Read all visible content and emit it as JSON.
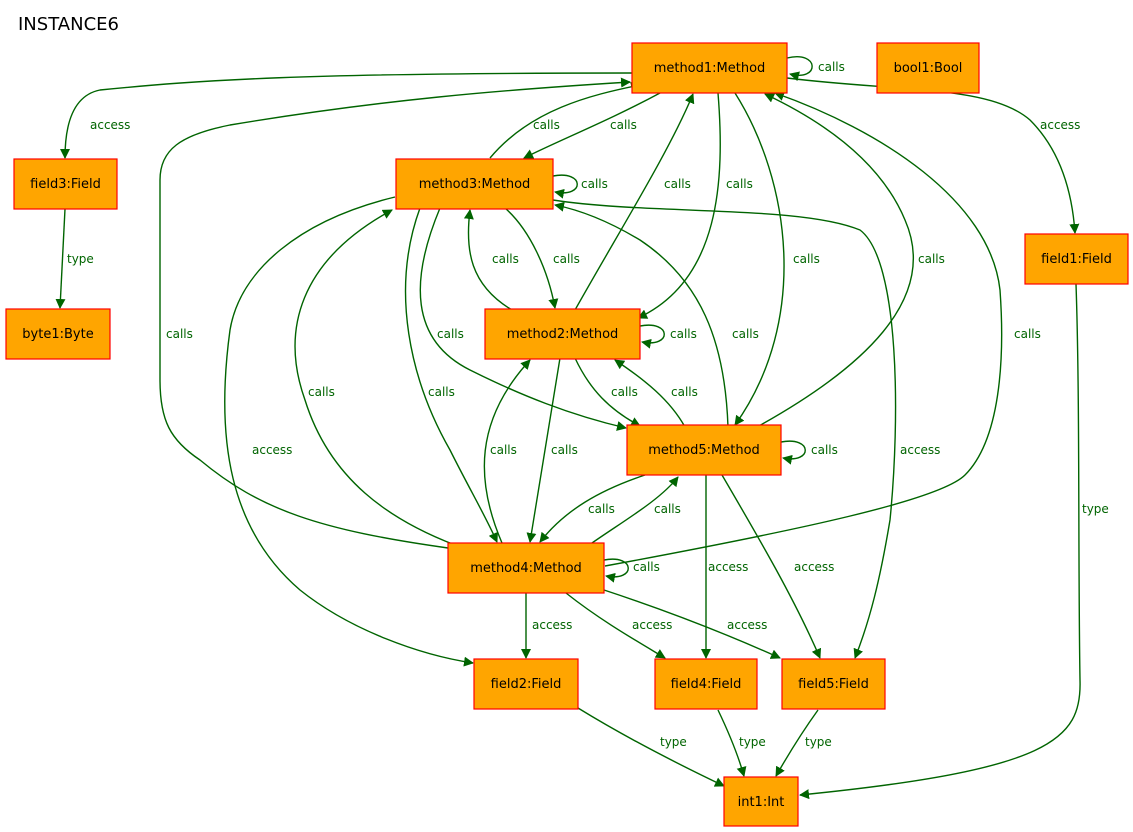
{
  "title": "INSTANCE6",
  "colors": {
    "node_fill": "#ffa500",
    "node_border": "#ff0000",
    "edge": "#006400",
    "edge_label": "#006400",
    "text": "#000000"
  },
  "nodes": {
    "method1": "method1:Method",
    "bool1": "bool1:Bool",
    "field3": "field3:Field",
    "method3": "method3:Method",
    "field1": "field1:Field",
    "byte1": "byte1:Byte",
    "method2": "method2:Method",
    "method5": "method5:Method",
    "method4": "method4:Method",
    "field2": "field2:Field",
    "field4": "field4:Field",
    "field5": "field5:Field",
    "int1": "int1:Int"
  },
  "edges": [
    {
      "id": "m1-m1",
      "from": "method1",
      "to": "method1",
      "label": "calls"
    },
    {
      "id": "m1-f3",
      "from": "method1",
      "to": "field3",
      "label": "access"
    },
    {
      "id": "m1-f1",
      "from": "method1",
      "to": "field1",
      "label": "access"
    },
    {
      "id": "m3-m1",
      "from": "method3",
      "to": "method1",
      "label": "calls"
    },
    {
      "id": "m1-m3",
      "from": "method1",
      "to": "method3",
      "label": "calls"
    },
    {
      "id": "m3-m3",
      "from": "method3",
      "to": "method3",
      "label": "calls"
    },
    {
      "id": "m2-m1",
      "from": "method2",
      "to": "method1",
      "label": "calls"
    },
    {
      "id": "m1-m2",
      "from": "method1",
      "to": "method2",
      "label": "calls"
    },
    {
      "id": "m1-m5",
      "from": "method1",
      "to": "method5",
      "label": "calls"
    },
    {
      "id": "m5-m1",
      "from": "method5",
      "to": "method1",
      "label": "calls"
    },
    {
      "id": "m4-m1-right",
      "from": "method4",
      "to": "method1",
      "label": "calls"
    },
    {
      "id": "m4-m1-left",
      "from": "method4",
      "to": "method1",
      "label": "calls"
    },
    {
      "id": "m2-m3",
      "from": "method2",
      "to": "method3",
      "label": "calls"
    },
    {
      "id": "m3-m2",
      "from": "method3",
      "to": "method2",
      "label": "calls"
    },
    {
      "id": "m3-m5",
      "from": "method3",
      "to": "method5",
      "label": "calls"
    },
    {
      "id": "m5-m3",
      "from": "method5",
      "to": "method3",
      "label": "calls"
    },
    {
      "id": "m3-m4",
      "from": "method3",
      "to": "method4",
      "label": "calls"
    },
    {
      "id": "m4-m3",
      "from": "method4",
      "to": "method3",
      "label": "calls"
    },
    {
      "id": "m3-f5",
      "from": "method3",
      "to": "field5",
      "label": "access"
    },
    {
      "id": "m3-f2",
      "from": "method3",
      "to": "field2",
      "label": "access"
    },
    {
      "id": "m2-m2",
      "from": "method2",
      "to": "method2",
      "label": "calls"
    },
    {
      "id": "m2-m5",
      "from": "method2",
      "to": "method5",
      "label": "calls"
    },
    {
      "id": "m5-m2",
      "from": "method5",
      "to": "method2",
      "label": "calls"
    },
    {
      "id": "m2-m4",
      "from": "method2",
      "to": "method4",
      "label": "calls"
    },
    {
      "id": "m4-m2",
      "from": "method4",
      "to": "method2",
      "label": "calls"
    },
    {
      "id": "m5-m5",
      "from": "method5",
      "to": "method5",
      "label": "calls"
    },
    {
      "id": "m5-m4",
      "from": "method5",
      "to": "method4",
      "label": "calls"
    },
    {
      "id": "m4-m5",
      "from": "method4",
      "to": "method5",
      "label": "calls"
    },
    {
      "id": "m5-f4",
      "from": "method5",
      "to": "field4",
      "label": "access"
    },
    {
      "id": "m5-f5",
      "from": "method5",
      "to": "field5",
      "label": "access"
    },
    {
      "id": "m4-m4",
      "from": "method4",
      "to": "method4",
      "label": "calls"
    },
    {
      "id": "m4-f2",
      "from": "method4",
      "to": "field2",
      "label": "access"
    },
    {
      "id": "m4-f4",
      "from": "method4",
      "to": "field4",
      "label": "access"
    },
    {
      "id": "m4-f5",
      "from": "method4",
      "to": "field5",
      "label": "access"
    },
    {
      "id": "f3-b1",
      "from": "field3",
      "to": "byte1",
      "label": "type"
    },
    {
      "id": "f1-i1",
      "from": "field1",
      "to": "int1",
      "label": "type"
    },
    {
      "id": "f2-i1",
      "from": "field2",
      "to": "int1",
      "label": "type"
    },
    {
      "id": "f4-i1",
      "from": "field4",
      "to": "int1",
      "label": "type"
    },
    {
      "id": "f5-i1",
      "from": "field5",
      "to": "int1",
      "label": "type"
    }
  ]
}
